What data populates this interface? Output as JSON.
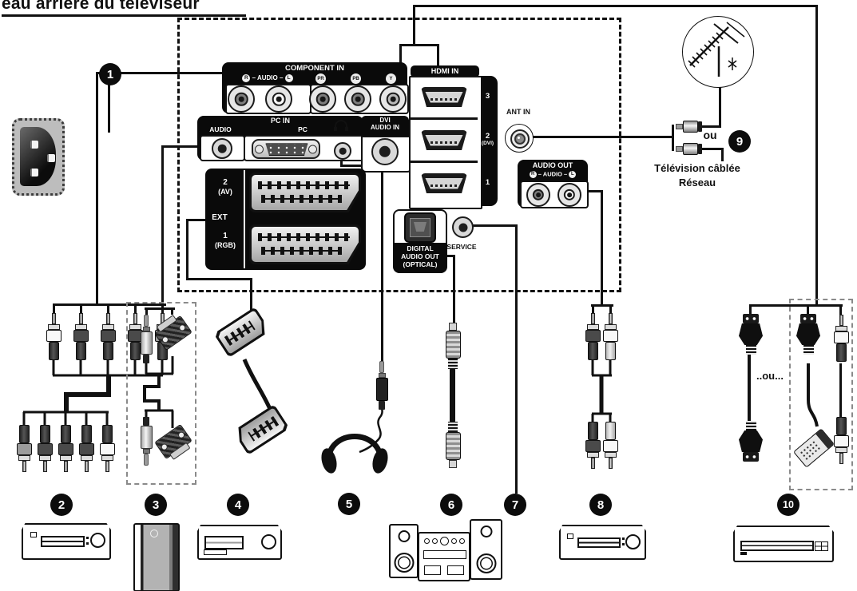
{
  "title": "eau arrière du téléviseur",
  "rear_panel": {
    "component_in": {
      "header": "COMPONENT IN",
      "r": "R",
      "audio": "– AUDIO –",
      "l": "L",
      "pr": "PR",
      "pb": "PB",
      "y": "Y"
    },
    "pc_in": {
      "header": "PC IN",
      "audio": "AUDIO",
      "pc": "PC"
    },
    "dvi_audio_in": {
      "line1": "DVI",
      "line2": "AUDIO IN"
    },
    "hdmi_in": {
      "header": "HDMI IN",
      "port3": "3",
      "port2": "2",
      "port2_sub": "(DVI)",
      "port1": "1"
    },
    "ext": {
      "label": "EXT",
      "top_num": "2",
      "top_sub": "(AV)",
      "bottom_num": "1",
      "bottom_sub": "(RGB)"
    },
    "digital_audio_out": {
      "line1": "DIGITAL",
      "line2": "AUDIO OUT",
      "line3": "(OPTICAL)"
    },
    "service_label": "SERVICE",
    "ant_in_label": "ANT IN",
    "audio_out": {
      "header": "AUDIO OUT",
      "r": "R",
      "audio": "– AUDIO –",
      "l": "L"
    }
  },
  "antenna_branch": {
    "or_label": "ou",
    "caption_line1": "Télévision câblée",
    "caption_line2": "Réseau"
  },
  "hdmi_branch": {
    "or_label": "..ou..."
  },
  "callouts": [
    "1",
    "2",
    "3",
    "4",
    "5",
    "6",
    "7",
    "8",
    "9",
    "10"
  ],
  "colors": {
    "ink": "#111111",
    "panel_black": "#0a0a0a",
    "connector_light": "#d8d8d8",
    "connector_mid": "#8a8a8a"
  }
}
